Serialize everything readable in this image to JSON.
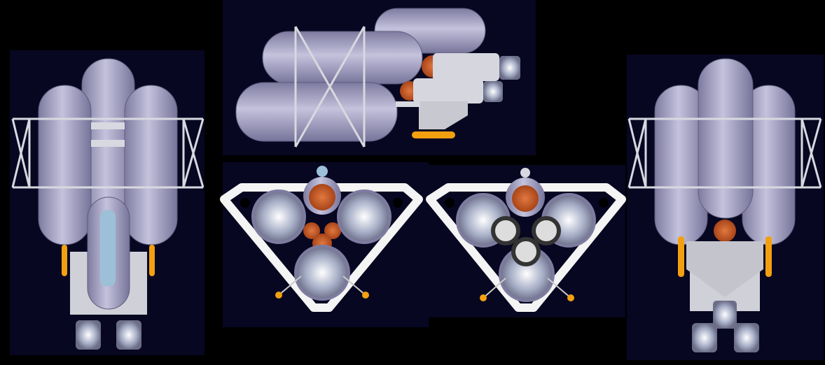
{
  "colors": {
    "background": "#000000",
    "panel": "#070722",
    "tank": "#a9a6c8",
    "tank_stroke": "#6e6b8c",
    "orange": "#d2642e",
    "yellow_orange": "#f2a010",
    "truss": "#d8d8e0",
    "frame": "#f4f4f4",
    "engine": "#e8e8f2"
  },
  "views": [
    "side-view-left",
    "top-view",
    "rear-view-a",
    "rear-view-b",
    "side-view-right"
  ]
}
